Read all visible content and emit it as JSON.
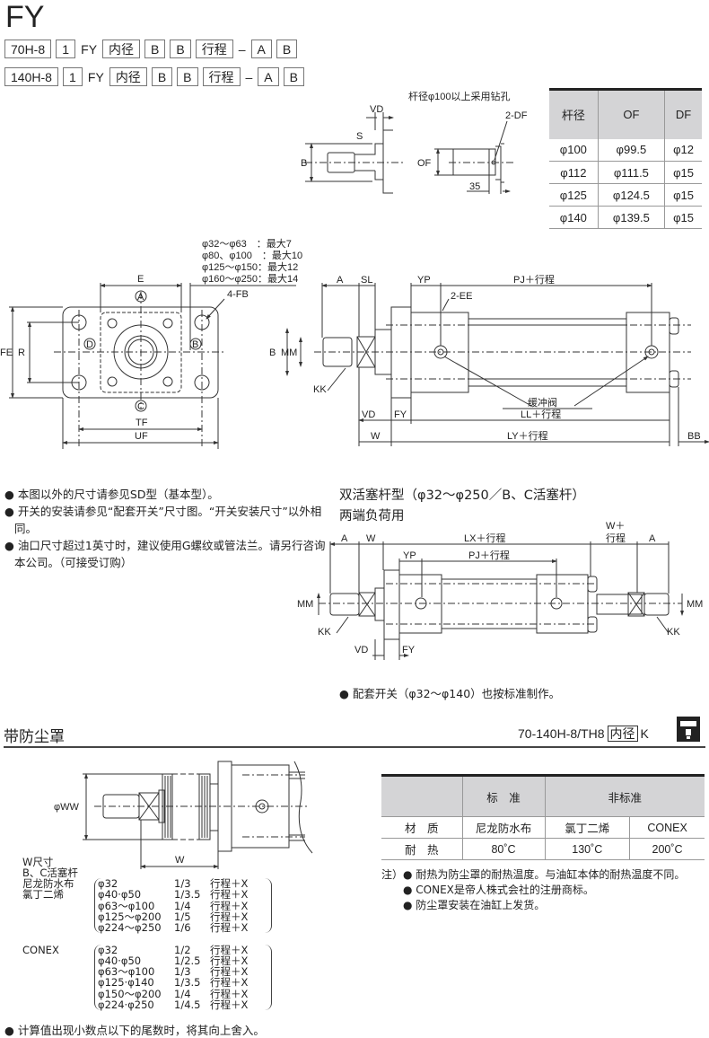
{
  "header": {
    "title": "FY"
  },
  "order_rows": [
    [
      {
        "t": "70H-8",
        "box": true
      },
      {
        "t": "1",
        "box": true
      },
      {
        "t": "FY",
        "box": false
      },
      {
        "t": "内径",
        "box": true
      },
      {
        "t": "B",
        "box": true
      },
      {
        "t": "B",
        "box": true
      },
      {
        "t": "行程",
        "box": true
      },
      {
        "t": "–",
        "box": false
      },
      {
        "t": "A",
        "box": true
      },
      {
        "t": "B",
        "box": true
      }
    ],
    [
      {
        "t": "140H-8",
        "box": true
      },
      {
        "t": "1",
        "box": true
      },
      {
        "t": "FY",
        "box": false
      },
      {
        "t": "内径",
        "box": true
      },
      {
        "t": "B",
        "box": true
      },
      {
        "t": "B",
        "box": true
      },
      {
        "t": "行程",
        "box": true
      },
      {
        "t": "–",
        "box": false
      },
      {
        "t": "A",
        "box": true
      },
      {
        "t": "B",
        "box": true
      }
    ]
  ],
  "rod_detail": {
    "caption": "杆径φ100以上采用钻孔",
    "vd": "VD",
    "s": "S",
    "b": "B",
    "of": "OF",
    "df": "2-DF",
    "dim35": "35"
  },
  "of_table": {
    "headers": [
      "杆径",
      "OF",
      "DF"
    ],
    "rows": [
      [
        "φ100",
        "φ99.5",
        "φ12"
      ],
      [
        "φ112",
        "φ111.5",
        "φ15"
      ],
      [
        "φ125",
        "φ124.5",
        "φ15"
      ],
      [
        "φ140",
        "φ139.5",
        "φ15"
      ]
    ]
  },
  "flange_view": {
    "notes": [
      "φ32～φ63　：最大7",
      "φ80、φ100　：最大10",
      "φ125～φ150：最大12",
      "φ160～φ250：最大14"
    ],
    "e": "E",
    "fb": "4-FB",
    "a": "A",
    "b": "B",
    "c": "C",
    "d": "D",
    "fe": "FE",
    "r": "R",
    "tf": "TF",
    "uf": "UF"
  },
  "side_view": {
    "b": "B",
    "mm": "MM",
    "a": "A",
    "sl": "SL",
    "yp": "YP",
    "pj": "PJ＋行程",
    "ee": "2-EE",
    "kk": "KK",
    "valve": "缓冲阀",
    "vd": "VD",
    "fy": "FY",
    "ll": "LL＋行程",
    "w": "W",
    "ly": "LY＋行程",
    "bb": "BB"
  },
  "notes": [
    "本图以外的尺寸请参见SD型（基本型）。",
    "开关的安装请参见“配套开关”尺寸图。“开关安装尺寸”以外相同。",
    "油口尺寸超过1英寸时，建议使用G螺纹或管法兰。请另行咨询本公司。（可接受订购）"
  ],
  "double_rod": {
    "title": "双活塞杆型（φ32～φ250／B、C活塞杆）",
    "subtitle": "两端负荷用",
    "a": "A",
    "w": "W",
    "lx": "LX＋行程",
    "w_plus": "W＋",
    "w_stroke": "行程",
    "yp": "YP",
    "pj": "PJ＋行程",
    "mm": "MM",
    "kk": "KK",
    "vd": "VD",
    "fy": "FY",
    "note": "配套开关（φ32～φ140）也按标准制作。"
  },
  "boot_section": {
    "title": "带防尘罩",
    "code_prefix": "70-140H-8/TH8",
    "code_box": "内径",
    "code_suffix": "K",
    "icon": "boot-section-icon",
    "ww": "φWW",
    "w": "W"
  },
  "boot_table": {
    "h_standard": "标　准",
    "h_nonstandard": "非标准",
    "rows": [
      [
        "材　质",
        "尼龙防水布",
        "氯丁二烯",
        "CONEX"
      ],
      [
        "耐　热",
        "80˚C",
        "130˚C",
        "200˚C"
      ]
    ]
  },
  "boot_notes": {
    "prefix": "注）",
    "items": [
      "耐热为防尘罩的耐热温度。与油缸本体的耐热温度不同。",
      "CONEX是帝人株式会社的注册商标。",
      "防尘罩安装在油缸上发货。"
    ]
  },
  "w_table": {
    "title1": "W尺寸",
    "title2": "B、C活塞杆",
    "groups": [
      {
        "label1": "尼龙防水布",
        "label2": "氯丁二烯",
        "rows": [
          [
            "φ32",
            "1/3",
            "行程＋X"
          ],
          [
            "φ40·φ50",
            "1/3.5",
            "行程＋X"
          ],
          [
            "φ63～φ100",
            "1/4",
            "行程＋X"
          ],
          [
            "φ125～φ200",
            "1/5",
            "行程＋X"
          ],
          [
            "φ224～φ250",
            "1/6",
            "行程＋X"
          ]
        ]
      },
      {
        "label1": "CONEX",
        "label2": "",
        "rows": [
          [
            "φ32",
            "1/2",
            "行程＋X"
          ],
          [
            "φ40·φ50",
            "1/2.5",
            "行程＋X"
          ],
          [
            "φ63～φ100",
            "1/3",
            "行程＋X"
          ],
          [
            "φ125·φ140",
            "1/3.5",
            "行程＋X"
          ],
          [
            "φ150～φ200",
            "1/4",
            "行程＋X"
          ],
          [
            "φ224·φ250",
            "1/4.5",
            "行程＋X"
          ]
        ]
      }
    ]
  },
  "footer_note": "计算值出现小数点以下的尾数时，将其向上舍入。",
  "colors": {
    "header_bg": "#d4d4d6",
    "line": "#222"
  }
}
